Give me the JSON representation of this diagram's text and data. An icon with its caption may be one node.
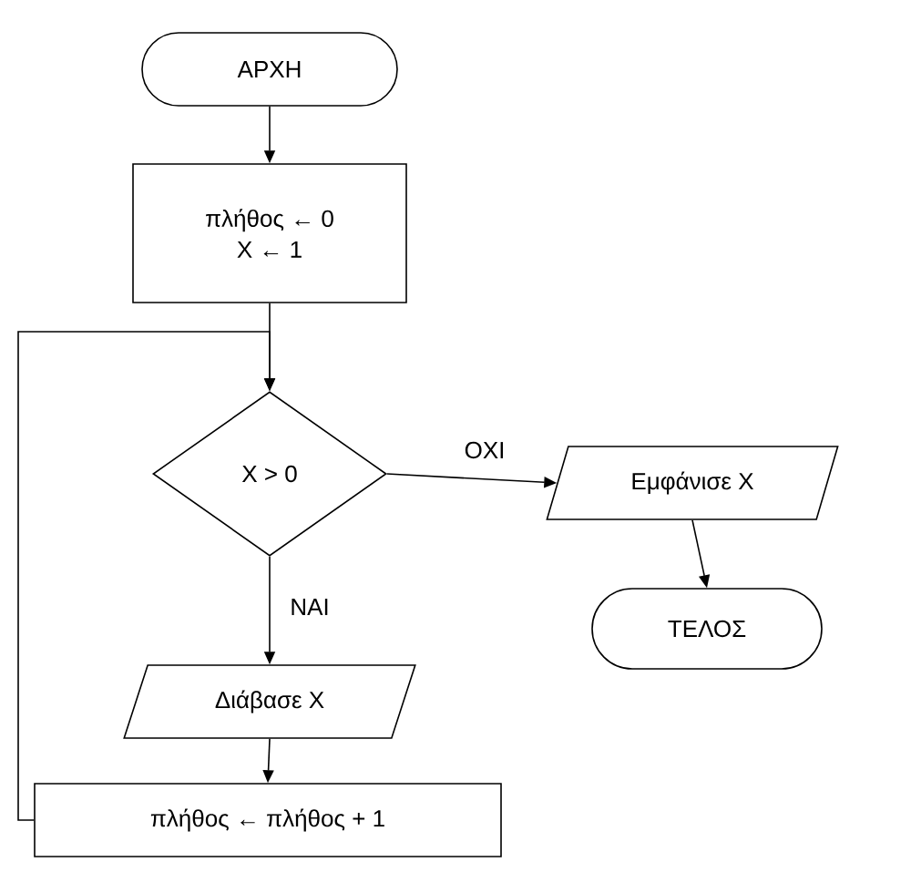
{
  "diagram": {
    "nodes": [
      {
        "text": [
          "ΑΡΧΗ"
        ]
      },
      {
        "text": [
          "πλήθος ← 0",
          "Χ ← 1"
        ]
      },
      {
        "text": [
          "Χ > 0"
        ]
      },
      {
        "text": [
          "Εμφάνισε Χ"
        ]
      },
      {
        "text": [
          "ΤΕΛΟΣ"
        ]
      },
      {
        "text": [
          "Διάβασε Χ"
        ]
      },
      {
        "text": [
          "πλήθος ← πλήθος + 1"
        ]
      }
    ],
    "edges": [
      {
        "from": 0,
        "to": 1,
        "arrow": "to"
      },
      {
        "from": 1,
        "to": 2,
        "arrow": "to"
      },
      {
        "from": 2,
        "to": 3,
        "arrow": "to",
        "label": "ΟΧΙ"
      },
      {
        "from": 3,
        "to": 4,
        "arrow": "to"
      },
      {
        "from": 2,
        "to": 5,
        "arrow": "to",
        "label": "ΝΑΙ"
      },
      {
        "from": 5,
        "to": 6,
        "arrow": "to"
      },
      {
        "from": 6,
        "to": 2,
        "arrow": "to"
      }
    ]
  }
}
